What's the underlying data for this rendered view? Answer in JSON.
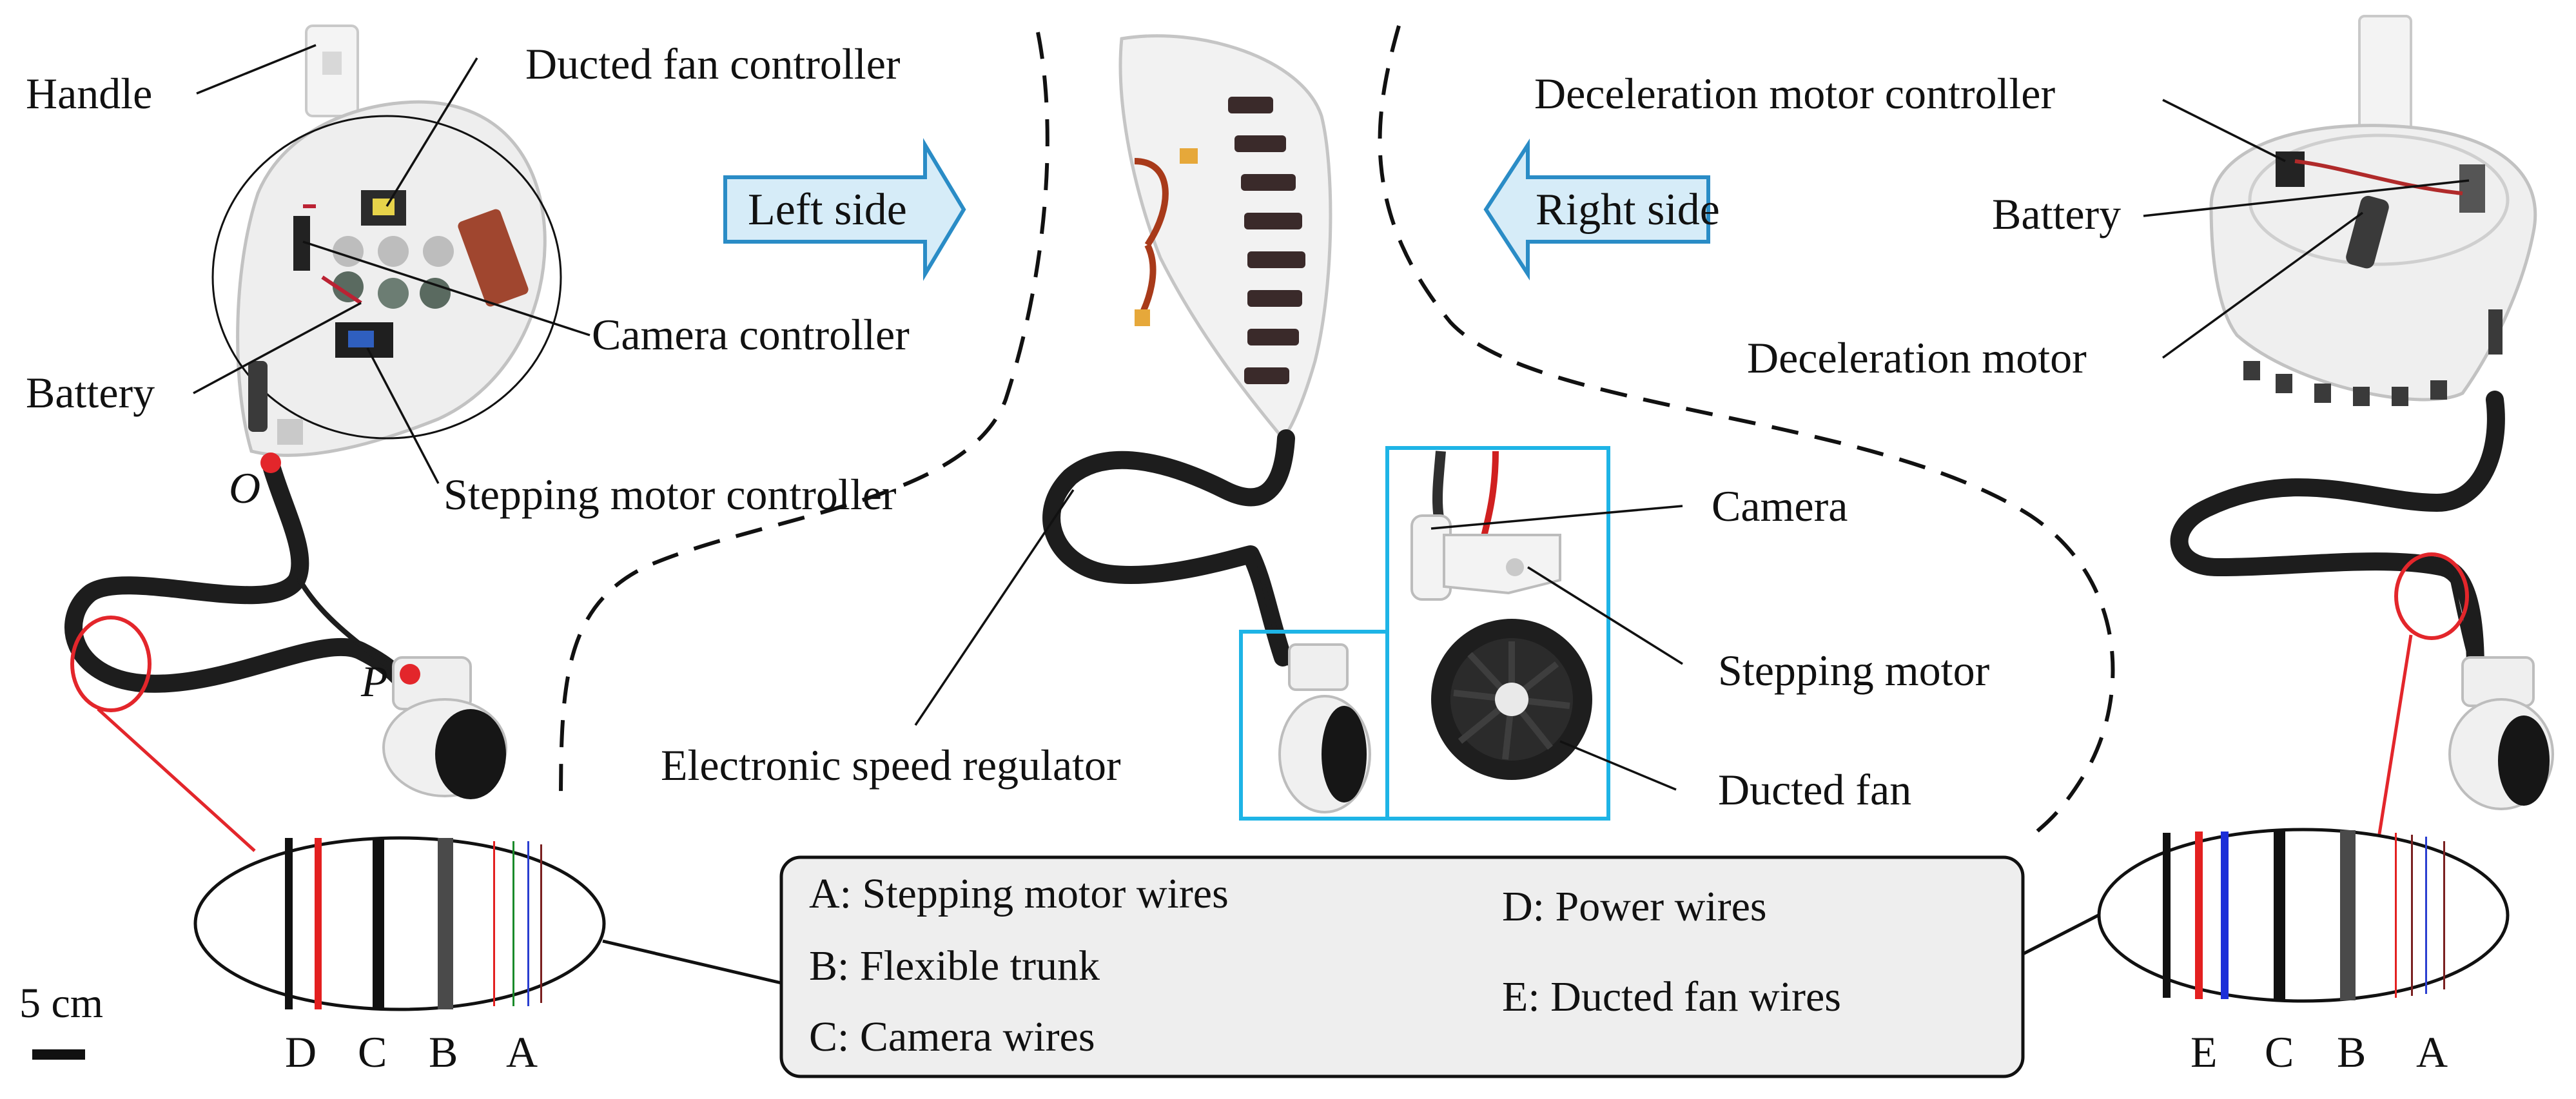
{
  "colors": {
    "arrow_fill": "#d6ecf8",
    "arrow_stroke": "#2a8cc6",
    "inset_frame": "#1eb4e6",
    "highlight": "#e3262b",
    "marker": "#e3262b",
    "legend_fill": "#eeeeee",
    "device_white": "#f2f2f2",
    "cable": "#1d1d1d"
  },
  "arrows": {
    "left": "Left side",
    "right": "Right side"
  },
  "left_view": {
    "handle": "Handle",
    "ducted_fan_controller": "Ducted fan controller",
    "camera_controller": "Camera controller",
    "battery": "Battery",
    "stepping_motor_controller": "Stepping motor controller",
    "point_o": "O",
    "point_p": "P"
  },
  "middle_view": {
    "electronic_speed_regulator": "Electronic speed regulator",
    "camera": "Camera",
    "stepping_motor": "Stepping motor",
    "ducted_fan": "Ducted fan"
  },
  "right_view": {
    "deceleration_motor_controller": "Deceleration motor controller",
    "battery": "Battery",
    "deceleration_motor": "Deceleration motor"
  },
  "cross_sections": {
    "left_letters": [
      "D",
      "C",
      "B",
      "A"
    ],
    "right_letters": [
      "E",
      "C",
      "B",
      "A"
    ]
  },
  "legend": {
    "a": "A: Stepping motor wires",
    "b": "B: Flexible trunk",
    "c": "C: Camera wires",
    "d": "D: Power wires",
    "e": "E: Ducted fan wires"
  },
  "scale_bar": "5 cm"
}
